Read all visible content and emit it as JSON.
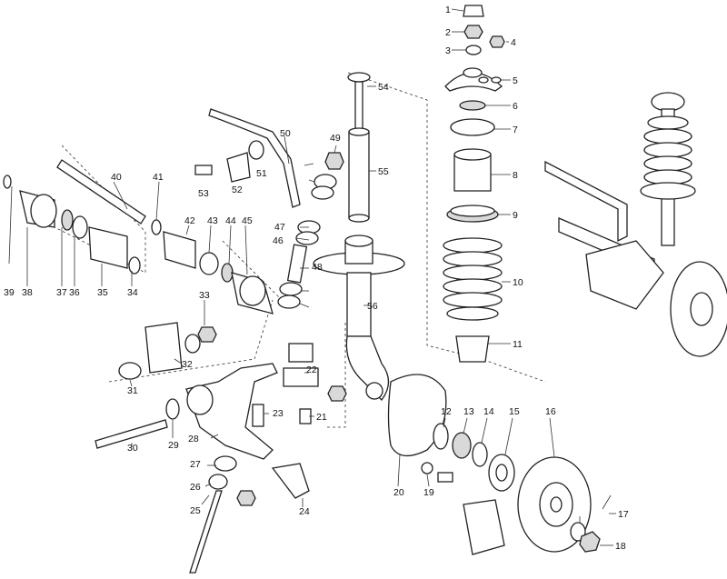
{
  "labels": [
    "1",
    "2",
    "3",
    "4",
    "5",
    "6",
    "7",
    "8",
    "9",
    "10",
    "11",
    "12",
    "13",
    "14",
    "15",
    "16",
    "17",
    "18",
    "19",
    "20",
    "21",
    "22",
    "23",
    "24",
    "25",
    "26",
    "27",
    "28",
    "29",
    "30",
    "31",
    "32",
    "33",
    "34",
    "35",
    "36",
    "37",
    "38",
    "39",
    "40",
    "41",
    "42",
    "43",
    "44",
    "45",
    "46",
    "47",
    "48",
    "49",
    "50",
    "51",
    "52",
    "53",
    "54",
    "55",
    "56"
  ]
}
